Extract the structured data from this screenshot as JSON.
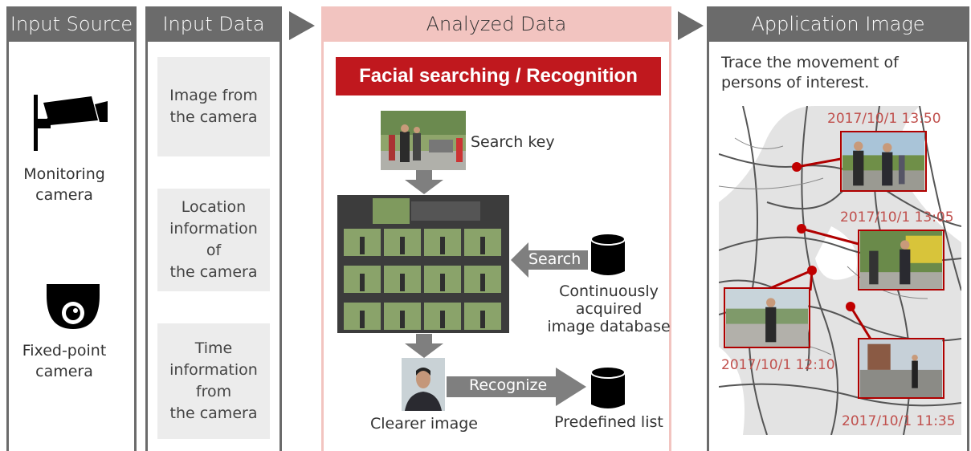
{
  "headers": {
    "input_source": "Input Source",
    "input_data": "Input Data",
    "analyzed_data": "Analyzed Data",
    "application_image": "Application Image"
  },
  "input_source": {
    "monitoring_camera": "Monitoring\ncamera",
    "fixed_point_camera": "Fixed-point\ncamera"
  },
  "input_data": {
    "image": "Image from\nthe camera",
    "location": "Location\ninformation\nof\nthe camera",
    "time": "Time\ninformation\nfrom\nthe camera"
  },
  "analyzed": {
    "banner": "Facial searching / Recognition",
    "search_key": "Search key",
    "search": "Search",
    "database": "Continuously\nacquired\nimage database",
    "recognize": "Recognize",
    "clearer_image": "Clearer image",
    "predefined_list": "Predefined list"
  },
  "application": {
    "description": "Trace the movement of\npersons of interest.",
    "timestamps": [
      "2017/10/1 13:50",
      "2017/10/1 13:05",
      "2017/10/1 12:10",
      "2017/10/1 11:35"
    ]
  },
  "colors": {
    "header_gray": "#6b6b6b",
    "header_pink": "#f2c4c0",
    "banner_red": "#c0181e",
    "timestamp_red": "#c0504d"
  }
}
